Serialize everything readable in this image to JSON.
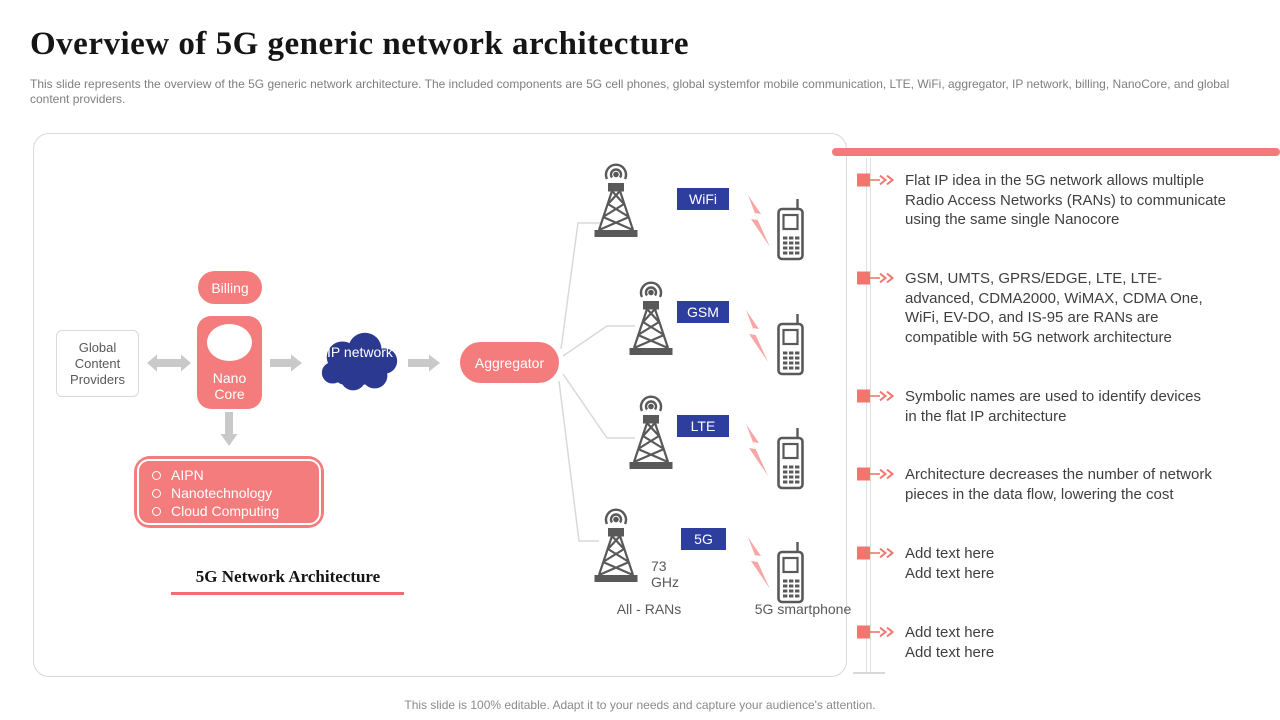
{
  "slide": {
    "title": "Overview of 5G generic network architecture",
    "subtitle": "This slide represents the overview of the 5G generic network architecture. The included components are 5G cell phones, global systemfor mobile communication, LTE, WiFi,  aggregator, IP network, billing, NanoCore, and global\ncontent providers.",
    "footer": "This slide is 100% editable. Adapt it to your needs and capture your audience's attention."
  },
  "diagram": {
    "caption": "5G Network Architecture",
    "global_content_providers": "Global Content Providers",
    "billing": "Billing",
    "nano_core": "Nano Core",
    "ip_network": "IP network",
    "aggregator": "Aggregator",
    "features": [
      "AIPN",
      "Nanotechnology",
      "Cloud Computing"
    ],
    "rans": [
      {
        "label": "WiFi"
      },
      {
        "label": "GSM"
      },
      {
        "label": "LTE"
      },
      {
        "label": "5G",
        "frequency": "73 GHz"
      }
    ],
    "all_rans_label": "All - RANs",
    "smartphone_label": "5G smartphone"
  },
  "bullets": [
    {
      "text": "Flat IP idea in the 5G network allows multiple\nRadio Access Networks (RANs) to communicate\nusing the same single Nanocore"
    },
    {
      "text": "GSM, UMTS, GPRS/EDGE, LTE, LTE-\nadvanced, CDMA2000, WiMAX, CDMA One,\nWiFi, EV-DO, and IS-95 are RANs are\ncompatible with 5G network architecture"
    },
    {
      "text": "Symbolic names are used to identify devices\nin the flat IP architecture"
    },
    {
      "text": "Architecture decreases the number of network\npieces in the data flow, lowering the cost"
    },
    {
      "text": "Add text here\nAdd text here"
    },
    {
      "text": "Add text here\nAdd text here"
    }
  ],
  "colors": {
    "accent_pink": "#f47c7c",
    "bolt_pink": "#f7a6a6",
    "cloud_navy": "#2b3990",
    "label_blue": "#2e3e9e",
    "icon_gray": "#595959",
    "arrow_gray": "#c9c9c9",
    "border_gray": "#d9d9d9"
  }
}
